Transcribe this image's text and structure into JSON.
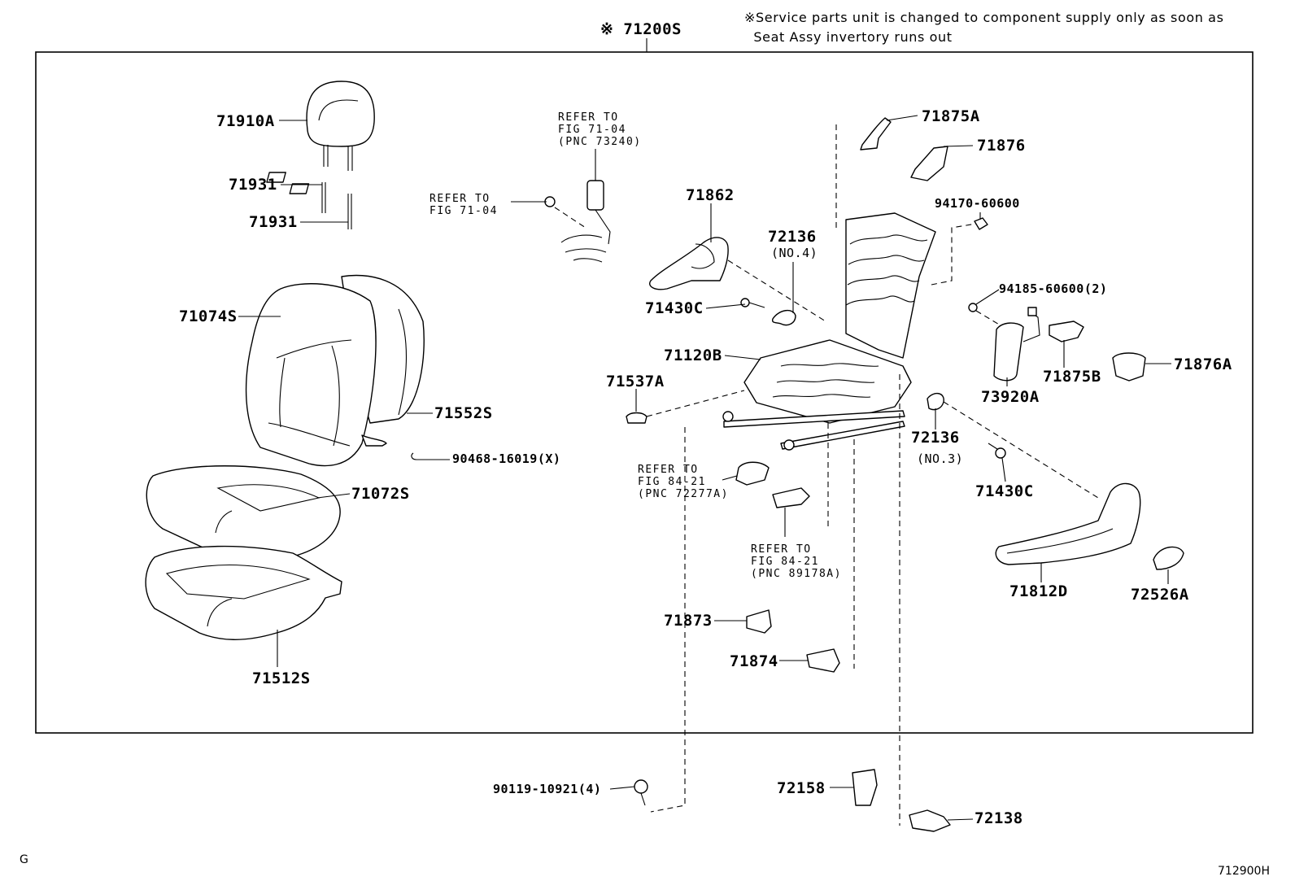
{
  "header": {
    "assembly_number": "※ 71200S",
    "service_note": "※Service parts unit is changed to component supply only as soon as\n  Seat Assy invertory runs out"
  },
  "parts": {
    "headrest": "71910A",
    "headrest_guide_a": "71931",
    "headrest_guide_b": "71931",
    "back_pad": "71074S",
    "back_cover": "71552S",
    "hog_ring": "90468-16019(X)",
    "cushion_cover": "71072S",
    "cushion_pad": "71512S",
    "inner_shield": "71862",
    "bolt_left": "71430C",
    "frame": "71120B",
    "cap": "71537A",
    "hinge_cover_a": "71875A",
    "hinge_cover_b": "71876",
    "nut": "94170-60600",
    "nut_2": "94185-60600(2)",
    "airbag": "73920A",
    "bracket_b": "71875B",
    "cover_a": "71876A",
    "bolt_right": "71430C",
    "outer_shield": "71812D",
    "knob": "72526A",
    "cover_71873": "71873",
    "cover_71874": "71874",
    "screw": "90119-10921(4)",
    "cover_72158": "72158",
    "cover_72138": "72138"
  },
  "labels": {
    "spring_no4": "72136",
    "spring_no4_sub": "(NO.4)",
    "spring_no3": "72136",
    "spring_no3_sub": "(NO.3)"
  },
  "references": {
    "belt": "REFER TO\nFIG 71-04\n(PNC 73240)",
    "buckle": "REFER TO\nFIG 71-04",
    "connector": "REFER TO\nFIG 84-21\n(PNC 72277A)",
    "sensor": "REFER TO\nFIG 84-21\n(PNC 89178A)"
  },
  "footer": {
    "left_mark": "G",
    "figure_id": "712900H"
  }
}
